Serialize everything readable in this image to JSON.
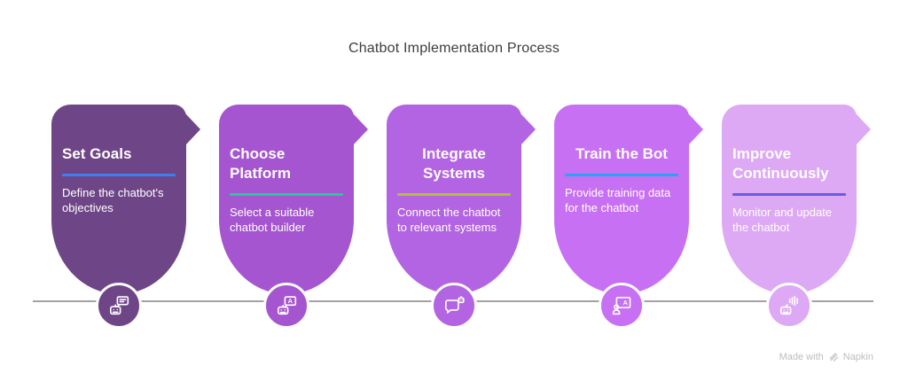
{
  "title": "Chatbot Implementation Process",
  "steps": [
    {
      "title": "Set Goals",
      "description": "Define the chatbot's objectives",
      "color": "#6E4687",
      "accent": "#3D7FF0",
      "icon": "robot-message-icon"
    },
    {
      "title": "Choose Platform",
      "description": "Select a suitable chatbot builder",
      "color": "#A455CF",
      "accent": "#2EC49F",
      "icon": "robot-speech-a-icon"
    },
    {
      "title": "Integrate Systems",
      "description": "Connect the chatbot to relevant systems",
      "color": "#B364E2",
      "accent": "#B4BD3E",
      "icon": "chat-bubble-robot-icon"
    },
    {
      "title": "Train the Bot",
      "description": "Provide training data for the chatbot",
      "color": "#C770F3",
      "accent": "#29A3F2",
      "icon": "training-board-icon"
    },
    {
      "title": "Improve Continuously",
      "description": "Monitor and update the chatbot",
      "color": "#DDA9F5",
      "accent": "#6A5CE0",
      "icon": "robot-soundwave-icon"
    }
  ],
  "watermark": {
    "text": "Made with",
    "brand": "Napkin"
  }
}
